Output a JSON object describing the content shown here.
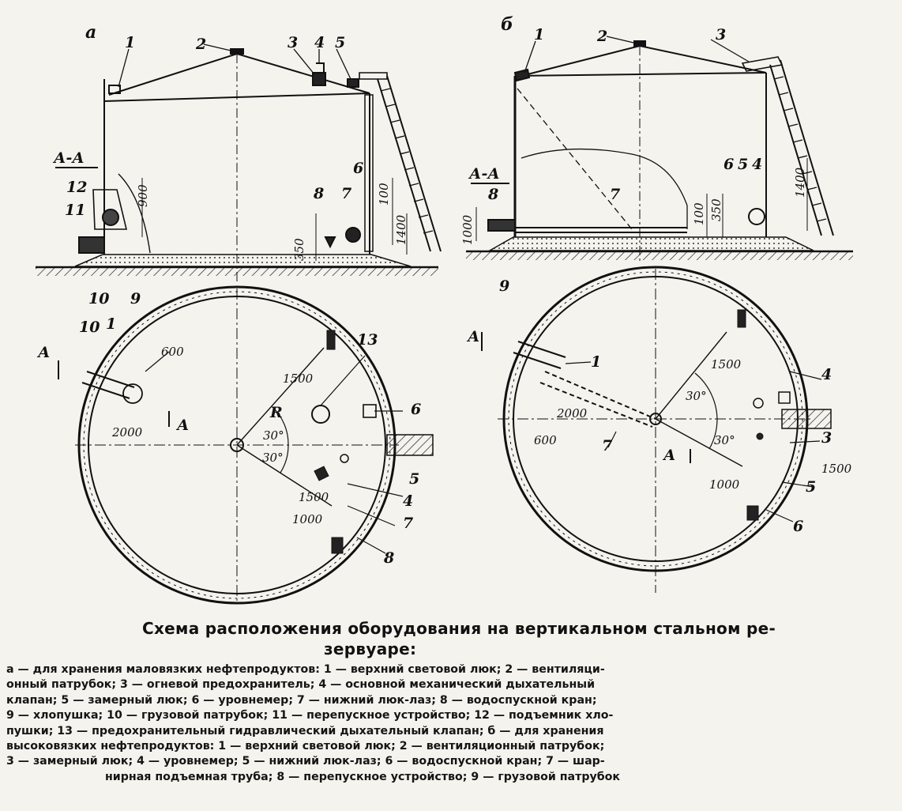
{
  "panels": [
    {
      "letter": "а",
      "section": "А-А"
    },
    {
      "letter": "б",
      "section": "А-А"
    }
  ],
  "elevation_a": {
    "numbers": [
      "1",
      "2",
      "3",
      "4",
      "5",
      "6",
      "7",
      "8",
      "9",
      "10",
      "11",
      "12"
    ],
    "dims": [
      "900",
      "350",
      "100",
      "1400"
    ]
  },
  "plan_a": {
    "numbers": [
      "1",
      "10",
      "13",
      "5",
      "4",
      "7",
      "8",
      "6"
    ],
    "dims": [
      "600",
      "1500",
      "1500",
      "1000",
      "2000",
      "30°",
      "30°"
    ],
    "markers": [
      "А",
      "А",
      "R"
    ]
  },
  "elevation_b": {
    "numbers": [
      "1",
      "2",
      "3",
      "6",
      "5",
      "4",
      "7",
      "8",
      "9"
    ],
    "dims": [
      "1000",
      "100",
      "350",
      "1400"
    ]
  },
  "plan_b": {
    "numbers": [
      "1",
      "4",
      "3",
      "5",
      "6",
      "7"
    ],
    "dims": [
      "1500",
      "2000",
      "600",
      "30°",
      "30°",
      "1000",
      "1500"
    ],
    "markers": [
      "А",
      "А"
    ]
  },
  "caption": {
    "title_line1": "Схема расположения оборудования на вертикальном стальном ре-",
    "title_line2": "зервуаре:",
    "body_lines": [
      "а — для хранения маловязких нефтепродуктов: 1 — верхний световой люк; 2 — вентиляци-",
      "онный патрубок; 3 — огневой предохранитель; 4 — основной механический дыхательный",
      "клапан; 5 — замерный люк; 6 — уровнемер; 7 — нижний люк-лаз; 8 — водоспускной кран;",
      "9 — хлопушка; 10 — грузовой патрубок; 11 — перепускное устройство; 12 — подъемник хло-",
      "пушки; 13 — предохранительный гидравлический дыхательный клапан; б — для хранения",
      "высоковязких нефтепродуктов: 1 — верхний световой люк; 2 — вентиляционный патрубок;",
      "3 — замерный люк; 4 — уровнемер; 5 — нижний люк-лаз; 6 — водоспускной кран; 7 — шар-",
      "нирная подъемная труба; 8 — перепускное устройство; 9 — грузовой патрубок"
    ]
  }
}
